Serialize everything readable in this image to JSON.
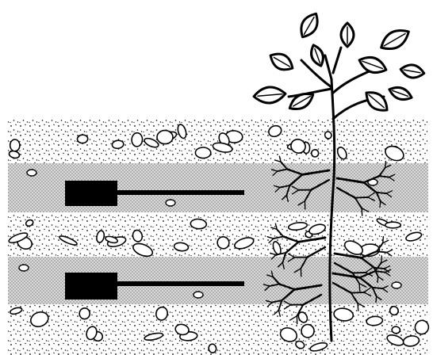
{
  "colors": {
    "background": "#ffffff",
    "ink": "#000000",
    "soil_light": "#ffffff",
    "soil_dense": "#e6e6e6",
    "pebble_fill": "#ffffff"
  },
  "soil": {
    "layers": [
      "light",
      "dense",
      "light",
      "dense",
      "light"
    ]
  },
  "probes": [
    {
      "name": "upper-soil-probe"
    },
    {
      "name": "lower-soil-probe"
    }
  ],
  "plant": {
    "leaf_count": 11,
    "root_clusters": 4
  }
}
